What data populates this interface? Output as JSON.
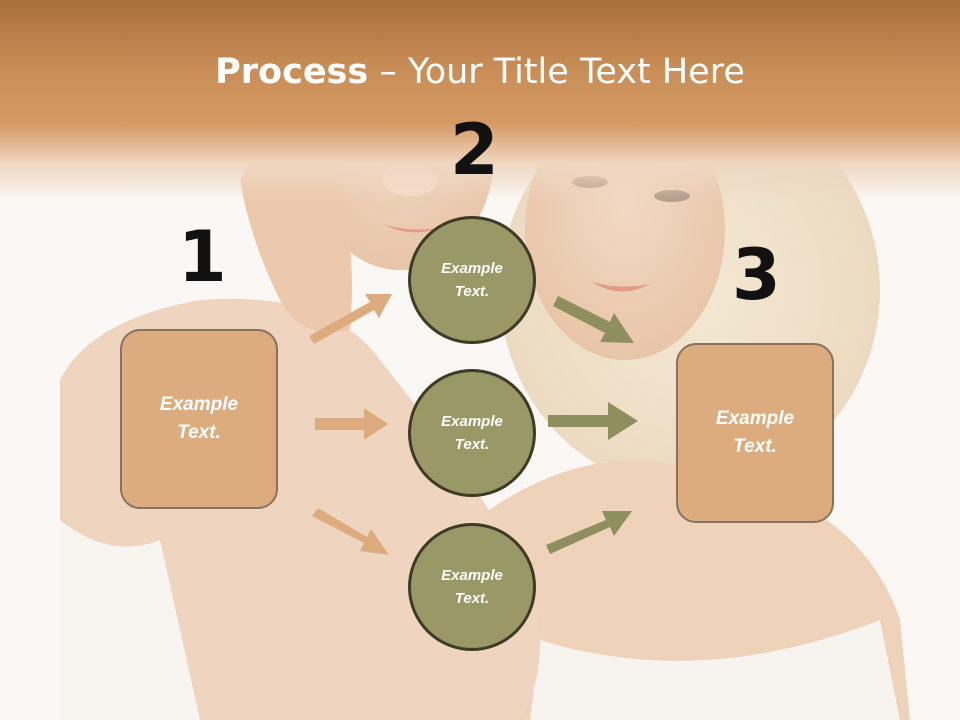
{
  "title": {
    "bold": "Process",
    "rest": " – Your Title Text Here"
  },
  "steps": [
    {
      "number": "1",
      "text": "Example\nText."
    },
    {
      "number": "2",
      "circles": [
        "Example\nText.",
        "Example\nText.",
        "Example\nText."
      ]
    },
    {
      "number": "3",
      "text": "Example\nText."
    }
  ],
  "colors": {
    "tan": "#dcac7e",
    "olive": "#999866",
    "header": "#c98e57"
  }
}
